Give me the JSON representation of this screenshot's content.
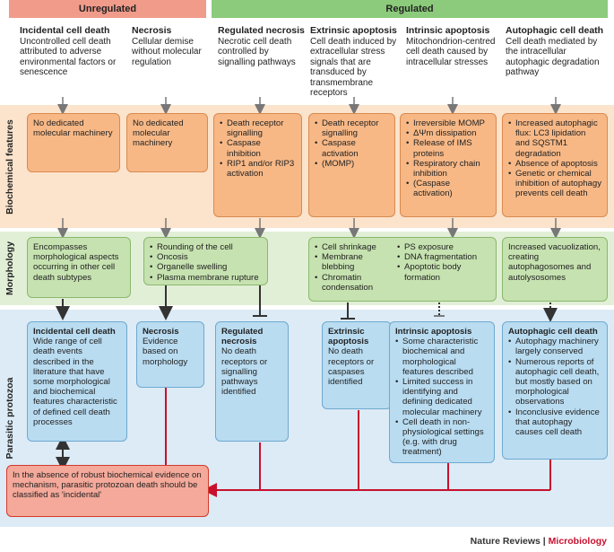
{
  "header": {
    "unregulated": "Unregulated",
    "regulated": "Regulated"
  },
  "columns": [
    {
      "title": "Incidental cell death",
      "desc": "Uncontrolled cell death attributed to adverse environmental factors or senescence"
    },
    {
      "title": "Necrosis",
      "desc": "Cellular demise without molecular regulation"
    },
    {
      "title": "Regulated necrosis",
      "desc": "Necrotic cell death controlled by signalling pathways"
    },
    {
      "title": "Extrinsic apoptosis",
      "desc": "Cell death induced by extracellular stress signals that are transduced by transmembrane receptors"
    },
    {
      "title": "Intrinsic apoptosis",
      "desc": "Mitochondrion-centred cell death caused by intracellular stresses"
    },
    {
      "title": "Autophagic cell death",
      "desc": "Cell death mediated by the intracellular autophagic degradation pathway"
    }
  ],
  "bands": {
    "biochemical": "Biochemical features",
    "morphology": "Morphology",
    "parasitic": "Parasitic protozoa"
  },
  "biochemical": {
    "c1": "No dedicated molecular machinery",
    "c2": "No dedicated molecular machinery",
    "c3": [
      "Death receptor signalling",
      "Caspase inhibition",
      "RIP1 and/or RIP3 activation"
    ],
    "c4": [
      "Death receptor signalling",
      "Caspase activation",
      "(MOMP)"
    ],
    "c5": [
      "Irreversible MOMP",
      "ΔΨm dissipation",
      "Release of IMS proteins",
      "Respiratory chain inhibition",
      "(Caspase activation)"
    ],
    "c6": [
      "Increased autophagic flux: LC3 lipidation and SQSTM1 degradation",
      "Absence of apoptosis",
      "Genetic or chemical inhibition of autophagy prevents cell death"
    ]
  },
  "morphology": {
    "m1": "Encompasses morphological aspects occurring in other cell death subtypes",
    "m2": [
      "Rounding of the cell",
      "Oncosis",
      "Organelle swelling",
      "Plasma membrane rupture"
    ],
    "m3a": [
      "Cell shrinkage",
      "Membrane blebbing",
      "Chromatin condensation"
    ],
    "m3b": [
      "PS exposure",
      "DNA fragmentation",
      "Apoptotic body formation"
    ],
    "m4": "Increased vacuolization, creating autophagosomes and autolysosomes"
  },
  "protozoa": {
    "p1": {
      "title": "Incidental cell death",
      "text": "Wide range of cell death events described in the literature that have some morphological and biochemical features characteristic of defined cell death processes"
    },
    "p2": {
      "title": "Necrosis",
      "text": "Evidence based on morphology"
    },
    "p3": {
      "title": "Regulated necrosis",
      "text": "No death receptors or signalling pathways identified"
    },
    "p4": {
      "title": "Extrinsic apoptosis",
      "text": "No death receptors or caspases identified"
    },
    "p5": {
      "title": "Intrinsic apoptosis",
      "items": [
        "Some characteristic biochemical and morphological features described",
        "Limited success in identifying and defining dedicated molecular machinery",
        "Cell death in non-physiological settings (e.g. with drug treatment)"
      ]
    },
    "p6": {
      "title": "Autophagic cell death",
      "items": [
        "Autophagy machinery largely conserved",
        "Numerous reports of autophagic cell death, but mostly based on morphological observations",
        "Inconclusive evidence that autophagy causes cell death"
      ]
    }
  },
  "conclusion": "In the absence of robust biochemical evidence on mechanism, parasitic protozoan death should be classified as 'incidental'",
  "footer": {
    "journal": "Nature Reviews",
    "sep": "|",
    "section": "Microbiology"
  }
}
